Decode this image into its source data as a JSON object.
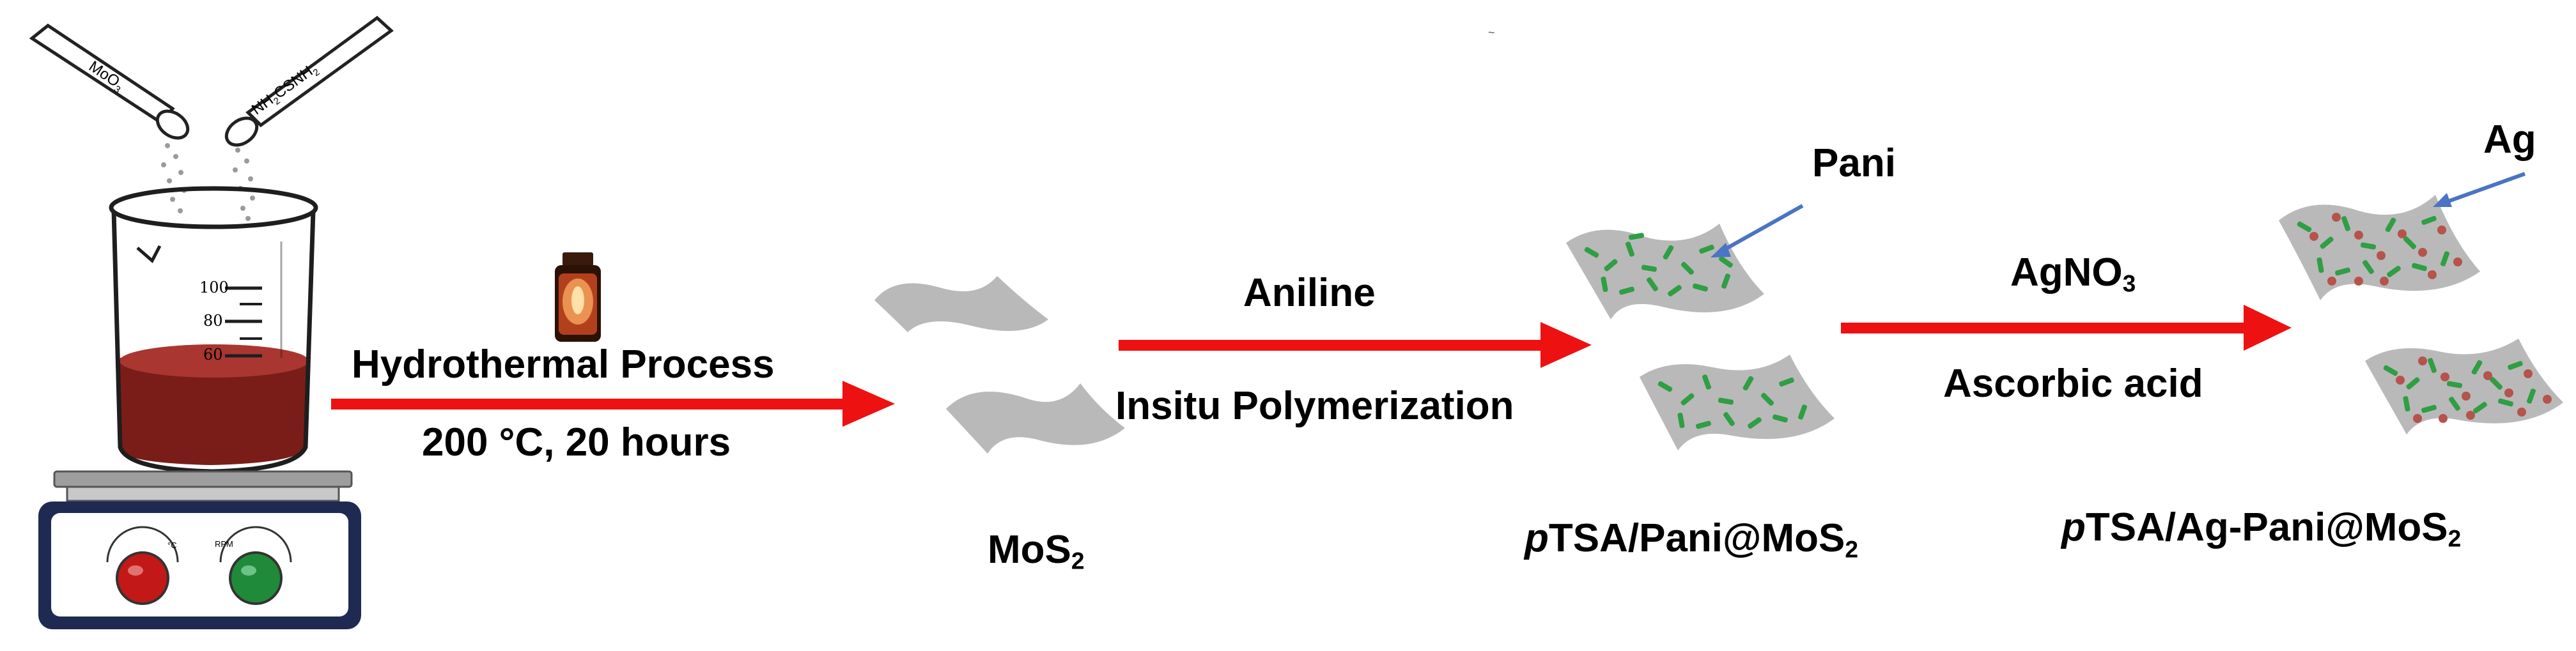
{
  "colors": {
    "arrow_red": "#ee1111",
    "pointer_blue": "#4a74c4",
    "sheet_gray": "#b9b9b9",
    "pani_green": "#2f9e44",
    "ag_particle": "#b5534d",
    "solution": "#7a1d18",
    "knob_red": "#c21818",
    "knob_green": "#1f8a3a",
    "hotplate_panel": "#1f2a52"
  },
  "reagents": {
    "spoon_left": "MoO",
    "spoon_left_sub": "3",
    "spoon_right": "NH",
    "spoon_right_sub": "2",
    "spoon_right_tail": "CSNH",
    "spoon_right_tail_sub": "2"
  },
  "beaker": {
    "mark_100": "100",
    "mark_80": "80",
    "mark_60": "60"
  },
  "hotplate": {
    "dial_left_label": "°C",
    "dial_right_label": "RPM"
  },
  "step1": {
    "line1": "Hydrothermal Process",
    "line2": "200 °C, 20 hours"
  },
  "step2": {
    "line1": "Aniline",
    "line2": "Insitu Polymerization"
  },
  "step3": {
    "line1_pre": "AgNO",
    "line1_sub": "3",
    "line2": "Ascorbic acid"
  },
  "products": {
    "p1_pre": "MoS",
    "p1_sub": "2",
    "p2_italic": "p",
    "p2_mid": "TSA/Pani@MoS",
    "p2_sub": "2",
    "p3_italic": "p",
    "p3_mid": "TSA/Ag-Pani@MoS",
    "p3_sub": "2"
  },
  "pointers": {
    "pani": "Pani",
    "ag": "Ag"
  },
  "decor": {
    "stray_mark": "~"
  }
}
